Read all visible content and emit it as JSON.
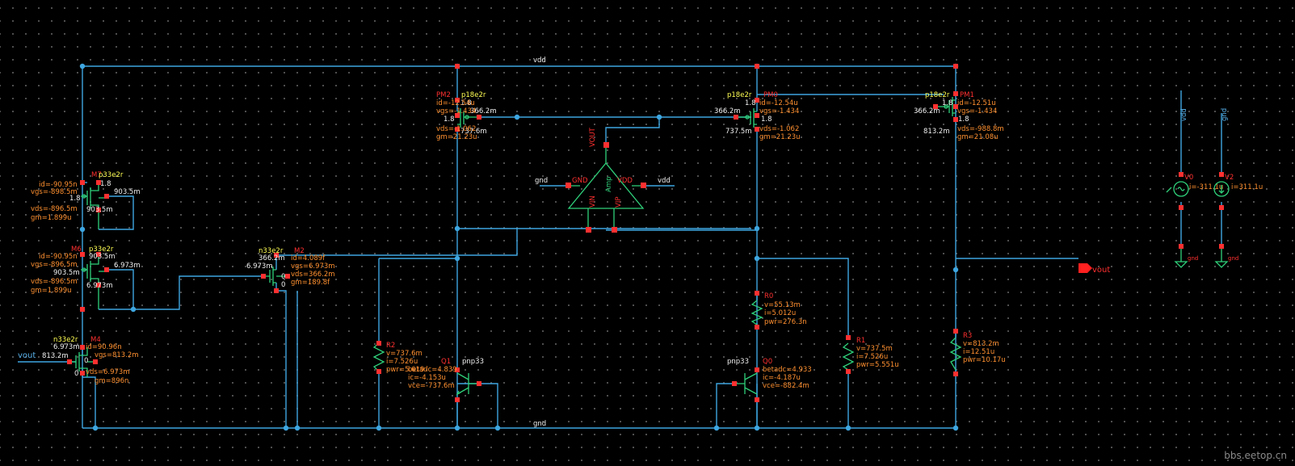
{
  "nets": {
    "vdd_top": "vdd",
    "gnd_bottom": "gnd",
    "vdd_amp": "vdd",
    "gnd_amp": "gnd",
    "vdd_src": "vdd",
    "gnd_src": "gnd",
    "vout_in": "vout",
    "vout_out": "vout",
    "vout_amp": "VOUT"
  },
  "amp": {
    "name": "Amp",
    "pin_gnd": "GND",
    "pin_vdd": "VDD",
    "pin_vin": "VIN",
    "pin_vip": "VIP"
  },
  "devices": {
    "m7": {
      "name": "M7",
      "model": "p33e2r",
      "vals": [
        "id=-90.95n",
        "vgs=-898.5m",
        "vds=-896.5m",
        "gm=1.899u"
      ],
      "pins": [
        "1.8",
        "1.8",
        "903.5m",
        "903.5m"
      ]
    },
    "m6": {
      "name": "M6",
      "model": "p33e2r",
      "vals": [
        "id=-90.95n",
        "vgs=-896.5m",
        "vds=-896.5m",
        "gm=1.899u"
      ],
      "pins": [
        "903.5m",
        "903.5m",
        "6.973m",
        "6.973m"
      ]
    },
    "m4": {
      "name": "M4",
      "model": "n33e2r",
      "vals": [
        "id=90.96n",
        "vgs=813.2m",
        "vds=6.973m",
        "gm=896n"
      ],
      "pins": [
        "6.973m",
        "813.2m",
        "0",
        "0"
      ]
    },
    "m2": {
      "name": "M2",
      "model": "n33e2r",
      "vals": [
        "id=4.089f",
        "vgs=6.973m",
        "vds=366.2m",
        "gm=189.8f"
      ],
      "pins": [
        "366.2m",
        "6.973m",
        "0",
        "0"
      ]
    },
    "pm2": {
      "name": "PM2",
      "model": "p18e2r",
      "vals": [
        "id=-12.54u",
        "vgs=-1.434",
        "vds=-1.062",
        "gm=21.23u"
      ],
      "pins": [
        "1.8",
        "1.8",
        "366.2m",
        "737.6m"
      ]
    },
    "pm0": {
      "name": "PM0",
      "model": "p18e2r",
      "vals": [
        "id=-12.54u",
        "vgs=-1.434",
        "vds=-1.062",
        "gm=21.23u"
      ],
      "pins": [
        "1.8",
        "366.2m",
        "1.8",
        "737.5m"
      ]
    },
    "pm1": {
      "name": "PM1",
      "model": "p18e2r",
      "vals": [
        "id=-12.51u",
        "vgs=-1.434",
        "vds=-988.8m",
        "gm=21.08u"
      ],
      "pins": [
        "1.8",
        "366.2m",
        "1.8",
        "813.2m"
      ]
    },
    "r2": {
      "name": "R2",
      "vals": [
        "v=737.6m",
        "i=7.526u",
        "pwr=5.619"
      ]
    },
    "r0": {
      "name": "R0",
      "vals": [
        "v=55.13m",
        "i=5.012u",
        "pwr=276.3n"
      ]
    },
    "r1": {
      "name": "R1",
      "vals": [
        "v=737.5m",
        "i=7.526u",
        "pwr=5.551u"
      ]
    },
    "r3": {
      "name": "R3",
      "vals": [
        "v=813.2m",
        "i=12.51u",
        "pwr=10.17u"
      ]
    },
    "q1": {
      "name": "Q1",
      "model": "pnp33",
      "vals": [
        "betadc=4.839",
        "ic=-4.153u",
        "vce=-737.6m"
      ]
    },
    "q0": {
      "name": "Q0",
      "model": "pnp33",
      "vals": [
        "betadc=4.933",
        "ic=-4.187u",
        "vce=-882.4m"
      ]
    },
    "v0": {
      "name": "V0",
      "val": "i=-311.1u"
    },
    "v2": {
      "name": "V2",
      "val": "i=311.1u"
    }
  },
  "watermark": "bbs.eetop.cn"
}
